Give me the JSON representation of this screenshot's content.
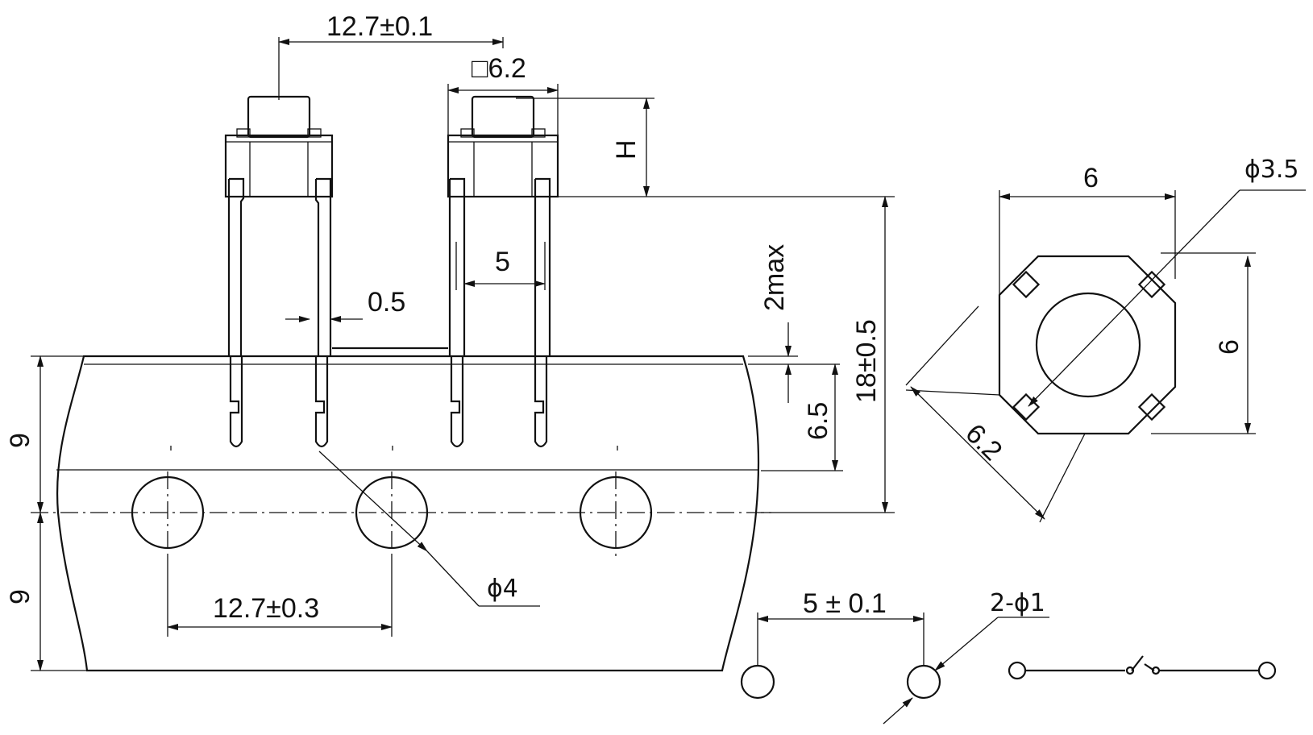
{
  "labels": {
    "pitch_top": "12.7±0.1",
    "square": "□6.2",
    "height": "H",
    "lead_width": "0.5",
    "lead_pitch": "5",
    "stand_off": "2max",
    "lead_length": "6.5",
    "overall": "18±0.5",
    "tape_half_top": "9",
    "tape_half_bottom": "9",
    "hole_dia": "ϕ4",
    "hole_pitch": "12.7±0.3",
    "body_width": "6",
    "body_height": "6",
    "body_diag": "6.2",
    "actuator_dia": "ϕ3.5",
    "pcb_pitch": "5 ± 0.1",
    "pcb_holes": "2-ϕ1"
  }
}
